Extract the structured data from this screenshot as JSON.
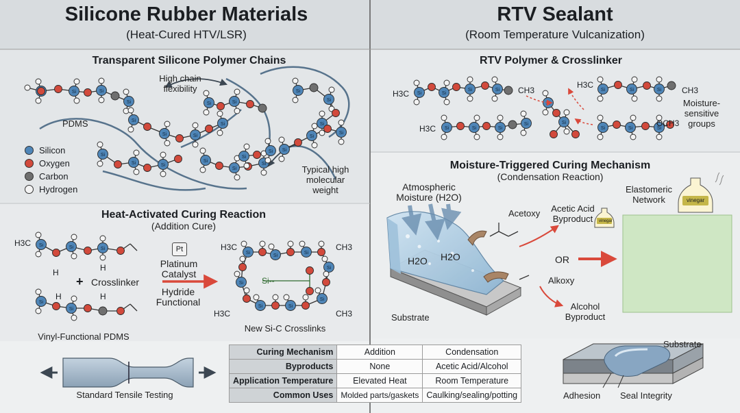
{
  "left_panel": {
    "title": "Silicone Rubber Materials",
    "subtitle": "(Heat-Cured HTV/LSR)",
    "polymer_section": {
      "heading": "Transparent Silicone Polymer Chains",
      "label_pdms": "PDMS",
      "label_flex": [
        "High chain",
        "flexibility"
      ],
      "label_mw": [
        "Typical high",
        "molecular",
        "weight"
      ]
    },
    "legend": [
      {
        "label": "Silicon",
        "color": "#4f86b8"
      },
      {
        "label": "Oxygen",
        "color": "#d24a3c"
      },
      {
        "label": "Carbon",
        "color": "#6f6f6f"
      },
      {
        "label": "Hydrogen",
        "color": "#f4f4f4"
      }
    ],
    "curing_section": {
      "heading": "Heat-Activated Curing Reaction",
      "subheading": "(Addition Cure)",
      "catalyst_symbol": "Pt",
      "catalyst_label": [
        "Platinum",
        "Catalyst"
      ],
      "plus": "+",
      "crosslinker": "Crosslinker",
      "hydride": [
        "Hydride",
        "Functional"
      ],
      "vinyl_pdms": "Vinyl-Functional PDMS",
      "new_crosslinks": "New Si-C Crosslinks",
      "atom_labels": {
        "h3c": "H3C",
        "ch3": "CH3",
        "h": "H",
        "si_c": "Si--"
      }
    },
    "tensile_label": "Standard Tensile Testing"
  },
  "right_panel": {
    "title": "RTV Sealant",
    "subtitle": "(Room Temperature Vulcanization)",
    "polymer_section": {
      "heading": "RTV Polymer & Crosslinker",
      "moisture_groups": [
        "Moisture-",
        "sensitive",
        "groups"
      ],
      "atom_labels": {
        "h3c": "H3C",
        "ch3": "CH3",
        "h3c_o": "H3C",
        "och3": "OCH3"
      }
    },
    "moisture_section": {
      "heading": "Moisture-Triggered Curing Mechanism",
      "subheading": "(Condensation Reaction)",
      "atmospheric": [
        "Atmospheric",
        "Moisture (H2O)"
      ],
      "water_1": "H2O",
      "water_2": "H2O",
      "acetoxy": "Acetoxy",
      "alkoxy": "Alkoxy",
      "acetic_byproduct": [
        "Acetic Acid",
        "Byproduct"
      ],
      "alcohol_byproduct": [
        "Alcohol",
        "Byproduct"
      ],
      "or": "OR",
      "network": [
        "Elastomeric",
        "Network"
      ],
      "substrate": "Substrate",
      "vinegar": "vinegar"
    },
    "seal_section": {
      "substrate": "Substrate",
      "adhesion": "Adhesion",
      "seal_integrity": "Seal Integrity"
    }
  },
  "comparison_table": {
    "columns": [
      "",
      "Addition",
      "Condensation"
    ],
    "rows": [
      {
        "label": "Curing Mechanism",
        "addition": "Addition",
        "condensation": "Condensation"
      },
      {
        "label": "Byproducts",
        "addition": "None",
        "condensation": "Acetic Acid/Alcohol"
      },
      {
        "label": "Application Temperature",
        "addition": "Elevated Heat",
        "condensation": "Room Temperature"
      },
      {
        "label": "Common Uses",
        "addition": "Molded parts/gaskets",
        "condensation": "Caulking/sealing/potting"
      }
    ]
  },
  "colors": {
    "silicon": "#4f86b8",
    "oxygen": "#d24a3c",
    "carbon": "#6f6f6f",
    "hydrogen": "#f4f4f4",
    "arrow_red": "#d9493b",
    "header_bg": "#d8dcdf",
    "network_bg": "#cfe7c4"
  }
}
